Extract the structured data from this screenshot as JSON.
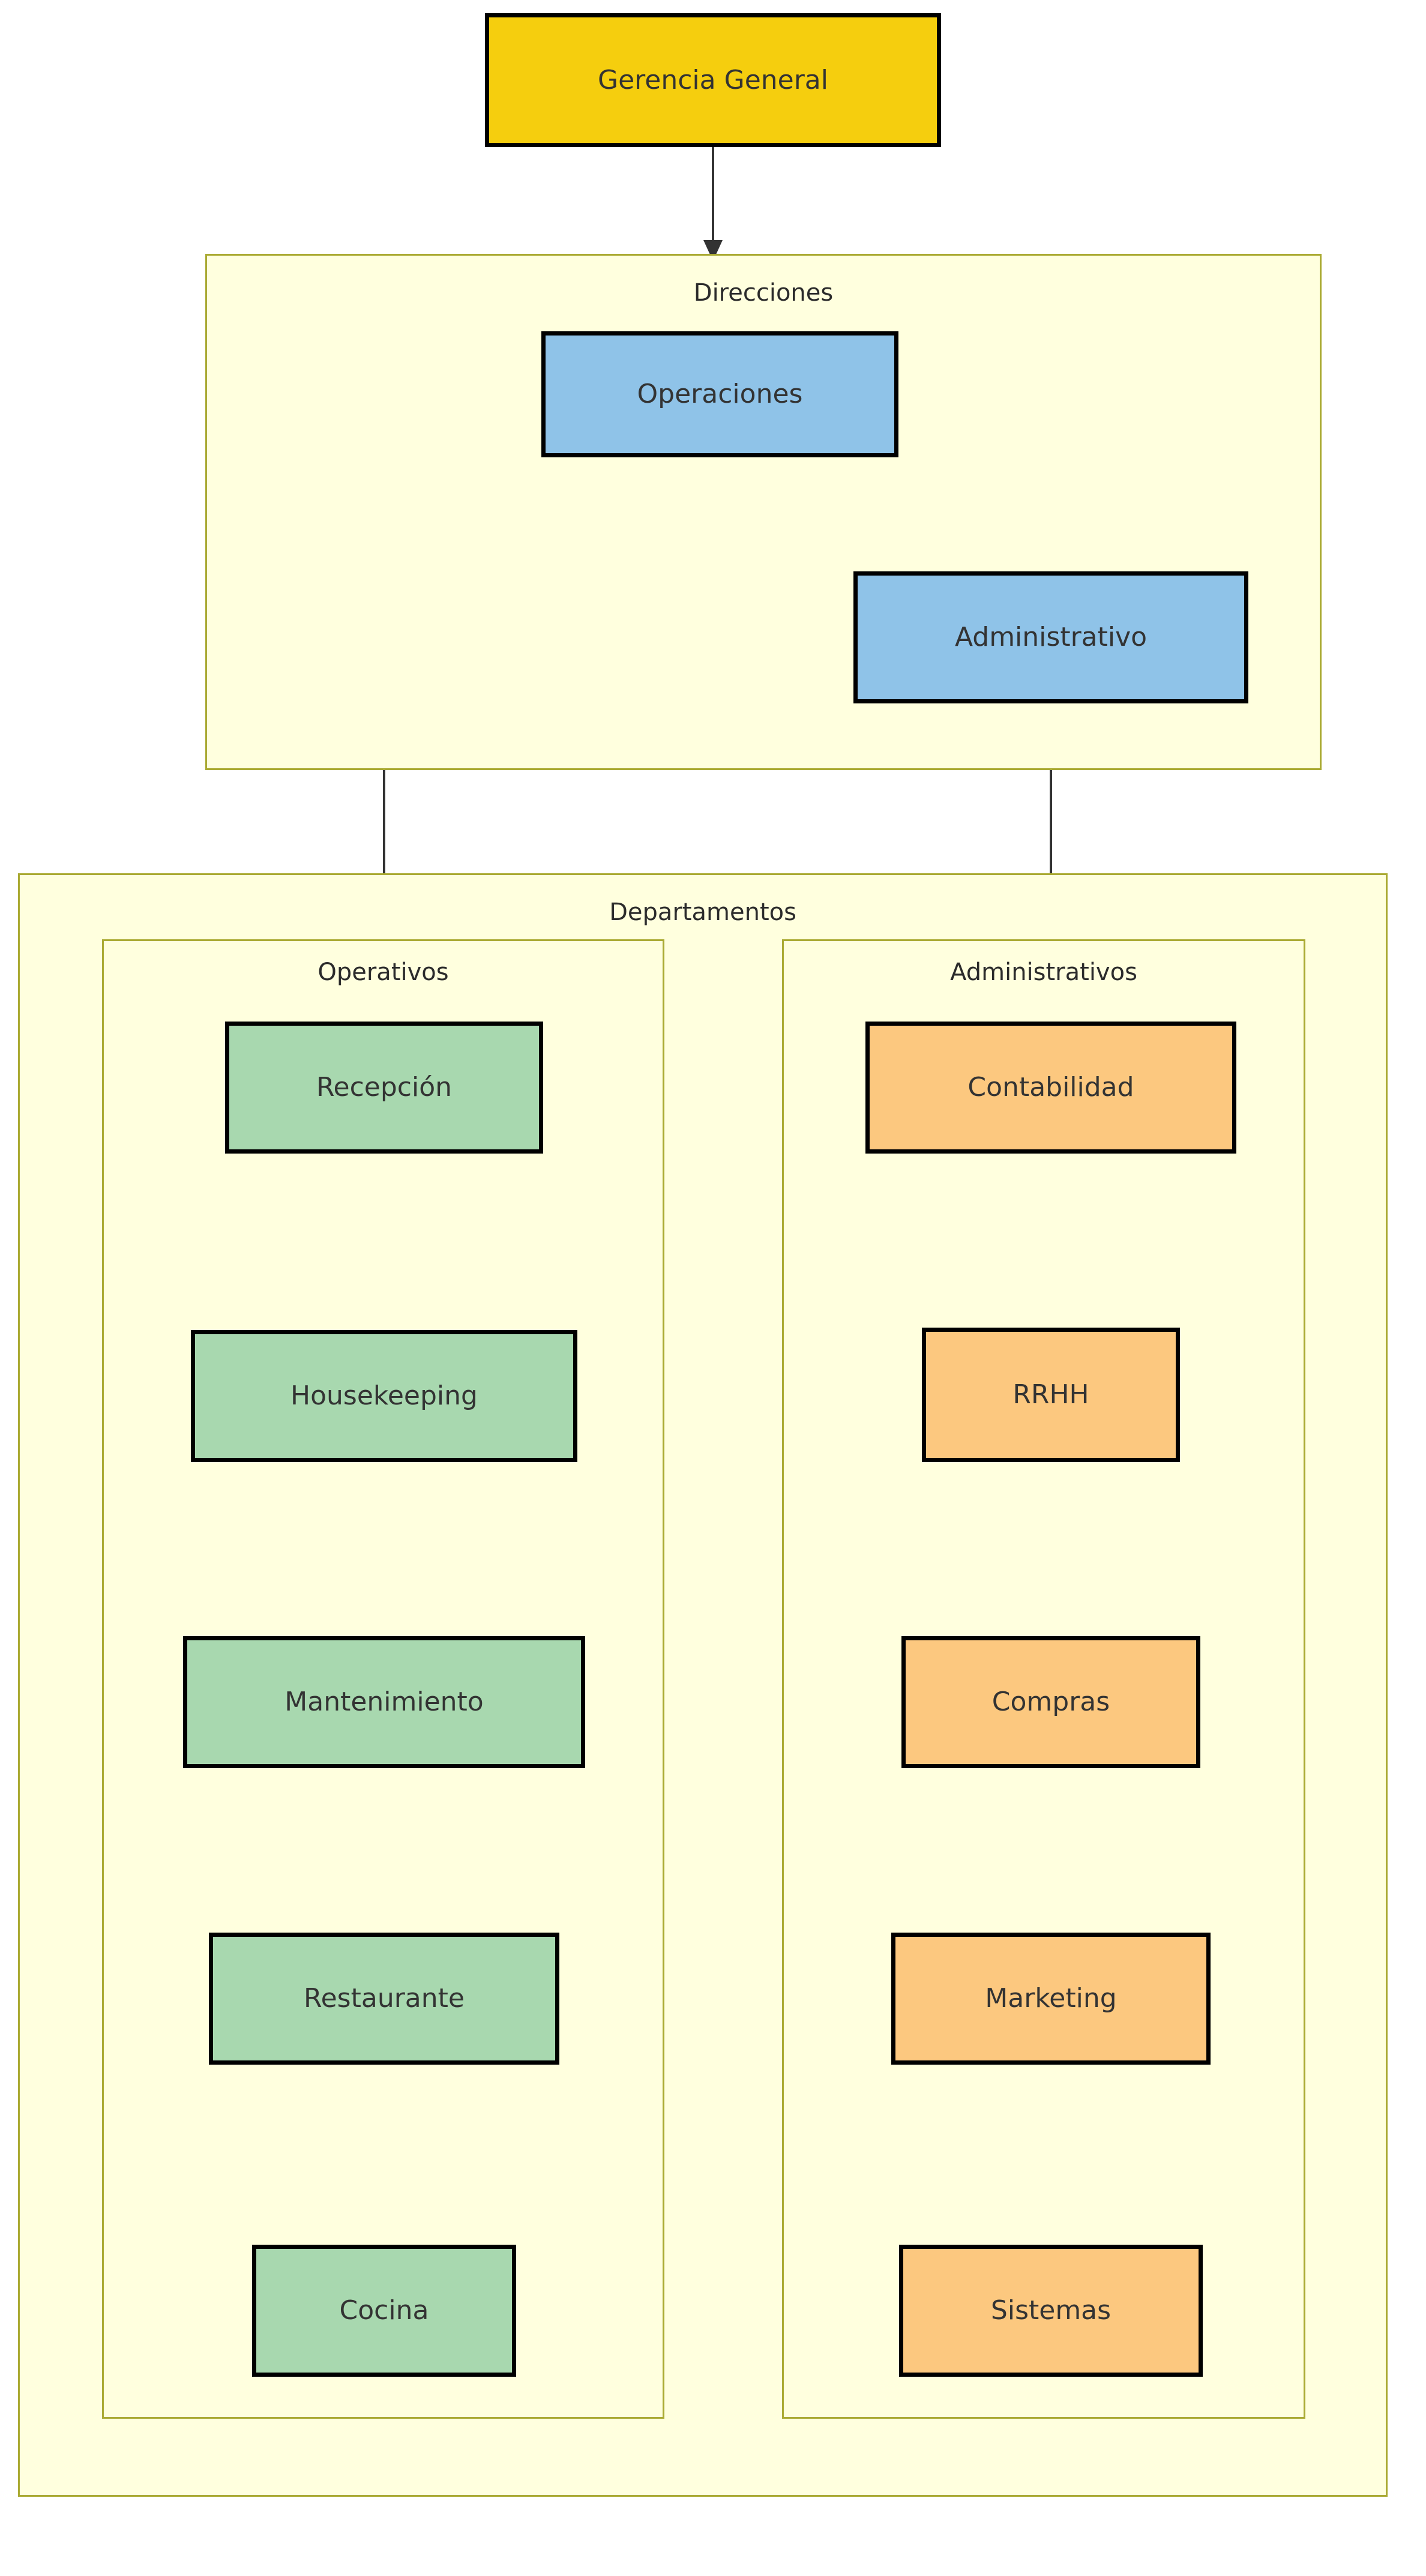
{
  "diagram": {
    "type": "organizational-hierarchy-flowchart",
    "orientation": "top-down",
    "colors": {
      "root_fill": "#F5CE0E",
      "direction_fill": "#8FC3E8",
      "operative_fill": "#A8D8AF",
      "administrative_fill": "#FCC87F",
      "cluster_fill": "#FFFFDE",
      "cluster_border": "#AAAA33",
      "node_border": "#000000",
      "edge_color": "#333333",
      "text_color": "#333333"
    }
  },
  "root": {
    "label": "Gerencia General"
  },
  "clusters": {
    "direcciones": {
      "title": "Direcciones",
      "nodes": [
        {
          "id": "operaciones",
          "label": "Operaciones"
        },
        {
          "id": "administrativo",
          "label": "Administrativo"
        }
      ]
    },
    "departamentos": {
      "title": "Departamentos",
      "subclusters": [
        {
          "id": "operativos",
          "title": "Operativos",
          "nodes": [
            {
              "id": "recepcion",
              "label": "Recepción"
            },
            {
              "id": "housekeeping",
              "label": "Housekeeping"
            },
            {
              "id": "mantenimiento",
              "label": "Mantenimiento"
            },
            {
              "id": "restaurante",
              "label": "Restaurante"
            },
            {
              "id": "cocina",
              "label": "Cocina"
            }
          ]
        },
        {
          "id": "administrativos",
          "title": "Administrativos",
          "nodes": [
            {
              "id": "contabilidad",
              "label": "Contabilidad"
            },
            {
              "id": "rrhh",
              "label": "RRHH"
            },
            {
              "id": "compras",
              "label": "Compras"
            },
            {
              "id": "marketing",
              "label": "Marketing"
            },
            {
              "id": "sistemas",
              "label": "Sistemas"
            }
          ]
        }
      ]
    }
  },
  "edges": [
    {
      "from": "Gerencia General",
      "to": "Direcciones"
    },
    {
      "from": "Operaciones",
      "to": "Operativos"
    },
    {
      "from": "Operaciones",
      "to": "Administrativo"
    },
    {
      "from": "Administrativo",
      "to": "Administrativos"
    },
    {
      "from": "Recepción",
      "to": "Housekeeping"
    },
    {
      "from": "Housekeeping",
      "to": "Mantenimiento"
    },
    {
      "from": "Mantenimiento",
      "to": "Restaurante"
    },
    {
      "from": "Restaurante",
      "to": "Cocina"
    },
    {
      "from": "Contabilidad",
      "to": "RRHH"
    },
    {
      "from": "RRHH",
      "to": "Compras"
    },
    {
      "from": "Compras",
      "to": "Marketing"
    },
    {
      "from": "Marketing",
      "to": "Sistemas"
    }
  ]
}
